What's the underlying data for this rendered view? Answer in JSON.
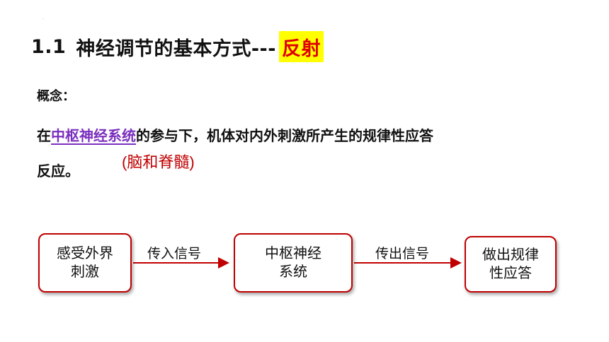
{
  "header": {
    "number": "1.1",
    "title": "神经调节的基本方式---",
    "highlight": "反射"
  },
  "concept_label": "概念：",
  "definition": {
    "prefix": "在",
    "term": "中枢神经系统",
    "rest": "的参与下，机体对内外刺激所产生的规律性应答",
    "line2": "反应。"
  },
  "note": "(脑和脊髓)",
  "flow": {
    "box1": {
      "line1": "感受外界",
      "line2": "刺激"
    },
    "arrow1": "传入信号",
    "box2": {
      "line1": "中枢神经",
      "line2": "系统"
    },
    "arrow2": "传出信号",
    "box3": {
      "line1": "做出规律",
      "line2": "性应答"
    }
  },
  "colors": {
    "highlight_bg": "#ffff00",
    "highlight_text": "#e00000",
    "term": "#7b2fbe",
    "note": "#c00000",
    "box_border": "#c00000",
    "arrow": "#c00000"
  }
}
